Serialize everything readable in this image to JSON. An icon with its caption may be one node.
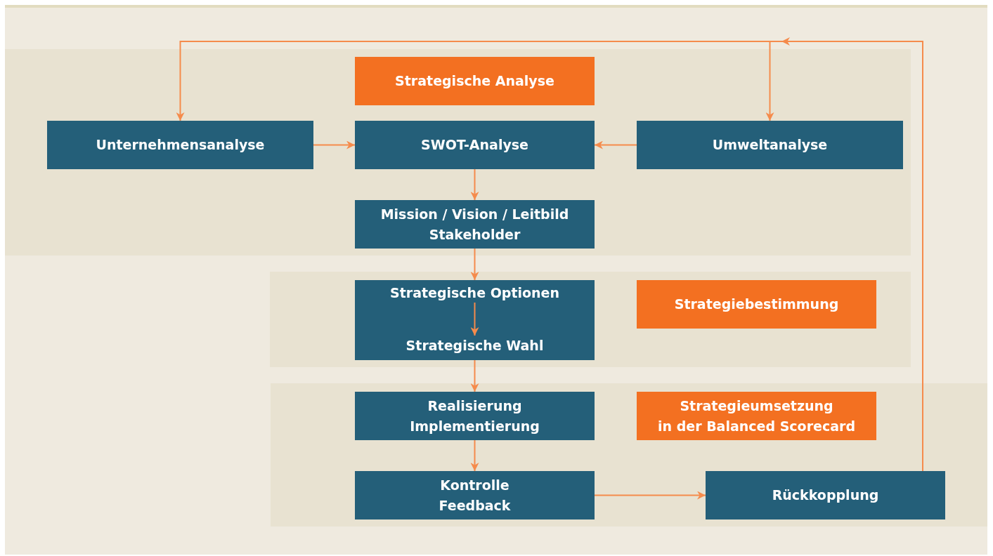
{
  "diagram": {
    "nodes": [
      {
        "text": [],
        "shape": "band"
      },
      {
        "text": [
          "Strategische Analyse"
        ],
        "in": 0
      },
      {
        "text": [
          "Unternehmensanalyse"
        ],
        "in": 0
      },
      {
        "text": [
          "SWOT-Analyse"
        ],
        "in": 0
      },
      {
        "text": [
          "Umweltanalyse"
        ],
        "in": 0
      },
      {
        "text": [
          "Mission / Vision / Leitbild",
          "Stakeholder"
        ],
        "in": 0
      },
      {
        "text": [],
        "shape": "band"
      },
      {
        "text": [],
        "shape": "box",
        "in": 6
      },
      {
        "text": [
          "Strategische Optionen"
        ],
        "in": 7
      },
      {
        "text": [
          "Strategische Wahl"
        ],
        "in": 7
      },
      {
        "text": [
          "Strategiebestimmung"
        ],
        "in": 6
      },
      {
        "text": [],
        "shape": "band"
      },
      {
        "text": [
          "Realisierung",
          "Implementierung"
        ],
        "in": 11
      },
      {
        "text": [
          "Strategieumsetzung",
          "in der Balanced Scorecard"
        ],
        "in": 11
      },
      {
        "text": [
          "Kontrolle",
          "Feedback"
        ],
        "in": 11
      },
      {
        "text": [
          "Rückkopplung"
        ],
        "in": 11
      }
    ],
    "edges": [
      {
        "from": 2,
        "to": 3,
        "arrow": "to"
      },
      {
        "from": 4,
        "to": 3,
        "arrow": "to"
      },
      {
        "from": 3,
        "to": 5,
        "arrow": "to"
      },
      {
        "from": 5,
        "to": 7,
        "arrow": "to"
      },
      {
        "from": 8,
        "to": 9,
        "arrow": "to"
      },
      {
        "from": 7,
        "to": 12,
        "arrow": "to"
      },
      {
        "from": 12,
        "to": 14,
        "arrow": "to"
      },
      {
        "from": 14,
        "to": 15,
        "arrow": "to"
      },
      {
        "from": 15,
        "to": 4,
        "arrow": "to"
      },
      {
        "from": 15,
        "to": 2,
        "arrow": "to"
      }
    ]
  }
}
